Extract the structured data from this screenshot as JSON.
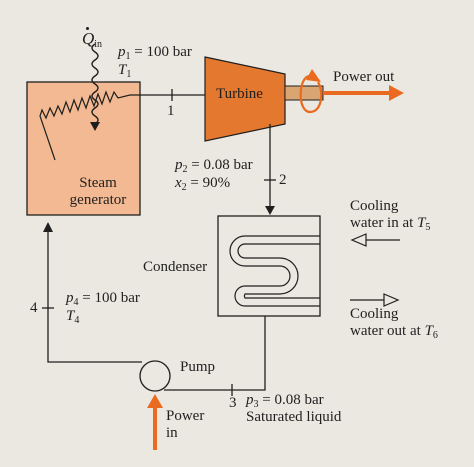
{
  "diagram": {
    "heat_in": {
      "symbol": "Q",
      "subscript": "in"
    },
    "steam_generator": {
      "line1": "Steam",
      "line2": "generator"
    },
    "turbine": {
      "label": "Turbine"
    },
    "power_out": {
      "label": "Power out"
    },
    "condenser": {
      "label": "Condenser"
    },
    "pump": {
      "label": "Pump"
    },
    "power_in": {
      "line1": "Power",
      "line2": "in"
    },
    "cooling_in": {
      "line1": "Cooling",
      "line2": "water in at",
      "temp_symbol": "T",
      "temp_subscript": "5"
    },
    "cooling_out": {
      "line1": "Cooling",
      "line2": "water out at",
      "temp_symbol": "T",
      "temp_subscript": "6"
    },
    "state1": {
      "number": "1",
      "p_symbol": "p",
      "p_subscript": "1",
      "p_value": " = 100 bar",
      "t_symbol": "T",
      "t_subscript": "1"
    },
    "state2": {
      "number": "2",
      "p_symbol": "p",
      "p_subscript": "2",
      "p_value": " = 0.08 bar",
      "x_symbol": "x",
      "x_subscript": "2",
      "x_value": " = 90%"
    },
    "state3": {
      "number": "3",
      "p_symbol": "p",
      "p_subscript": "3",
      "p_value": " = 0.08 bar",
      "condition": "Saturated liquid"
    },
    "state4": {
      "number": "4",
      "p_symbol": "p",
      "p_subscript": "4",
      "p_value": " = 100 bar",
      "t_symbol": "T",
      "t_subscript": "4"
    },
    "colors": {
      "background": "#ebe8e1",
      "steam_generator_fill": "#f2b992",
      "turbine_fill": "#e4782e",
      "arrow_orange": "#ea6a1f",
      "line": "#1f1f1f"
    }
  }
}
